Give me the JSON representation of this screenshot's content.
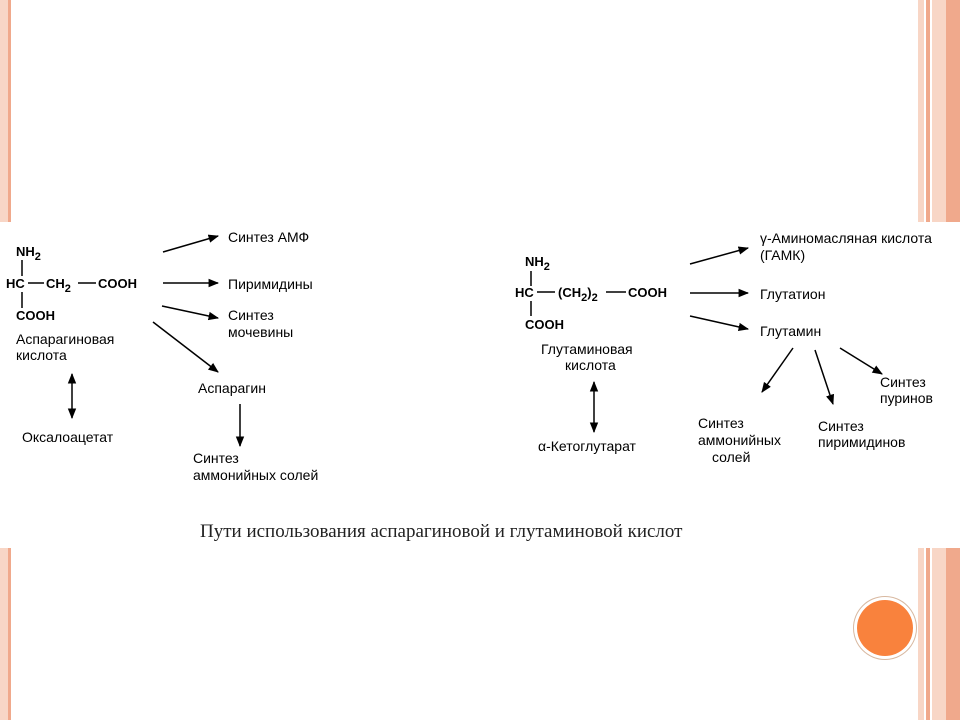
{
  "colors": {
    "stripe_light": "#f8d6c6",
    "stripe_dark": "#f0a98c",
    "accent_circle": "#f9823d"
  },
  "asp": {
    "nh2": "NH",
    "nh2_sub": "2",
    "hc": "HC",
    "ch": "CH",
    "ch_sub": "2",
    "cooh_right": "COOH",
    "cooh_bottom": "COOH",
    "name_line1": "Аспарагиновая",
    "name_line2": "кислота",
    "oxaloacetate": "Оксалоацетат",
    "amp": "Синтез АМФ",
    "pyrimidines": "Пиримидины",
    "urea_line1": "Синтез",
    "urea_line2": "мочевины",
    "asparagine": "Аспарагин",
    "ammonium_line1": "Синтез",
    "ammonium_line2": "аммонийных солей"
  },
  "glu": {
    "nh2": "NH",
    "nh2_sub": "2",
    "hc": "HC",
    "ch": "(CH",
    "ch_sub1": "2",
    "ch_close": ")",
    "ch_sub2": "2",
    "cooh_right": "COOH",
    "cooh_bottom": "COOH",
    "name_line1": "Глутаминовая",
    "name_line2": "кислота",
    "ketoglutarate": "α-Кетоглутарат",
    "gaba_line1": "γ-Аминомасляная кислота",
    "gaba_line2": "(ГАМК)",
    "glutathione": "Глутатион",
    "glutamine": "Глутамин",
    "ammonium_line1": "Синтез",
    "ammonium_line2": "аммонийных",
    "ammonium_line3": "солей",
    "pyrimidine_line1": "Синтез",
    "pyrimidine_line2": "пиримидинов",
    "purine_line1": "Синтез",
    "purine_line2": "пуринов"
  },
  "caption": "Пути использования аспарагиновой и глутаминовой кислот"
}
